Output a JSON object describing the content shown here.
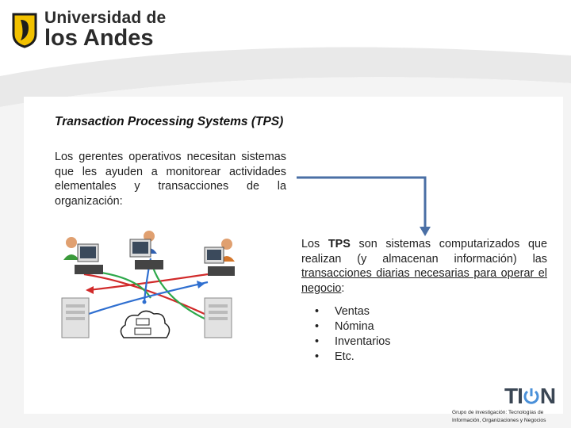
{
  "logo": {
    "line1": "Universidad de",
    "line2": "los Andes"
  },
  "slide": {
    "title": "Transaction Processing Systems (TPS)",
    "intro": "Los gerentes operativos necesitan sistemas que les ayuden a monitorear actividades elementales y transacciones de la organización:",
    "desc_prefix": "Los ",
    "desc_bold": "TPS",
    "desc_middle": " son sistemas computarizados que realizan (y almacenan información) las ",
    "desc_underlined": "transacciones diarias necesarias para operar el negocio",
    "desc_suffix": ":",
    "bullets": [
      "Ventas",
      "Nómina",
      "Inventarios",
      "Etc."
    ]
  },
  "footer": {
    "brand_left": "TI",
    "brand_right": "N",
    "credit": "Grupo de investigación: Tecnologías de Información, Organizaciones y Negocios"
  },
  "colors": {
    "logo_yellow": "#f2c100",
    "arrow_blue": "#4a6fa5",
    "network_red": "#d12a2a",
    "network_green": "#2da84a",
    "network_blue": "#2f6fd0"
  },
  "icons": {
    "user_workstation": "workstation-user-icon",
    "server": "server-icon",
    "database": "database-cloud-icon"
  }
}
